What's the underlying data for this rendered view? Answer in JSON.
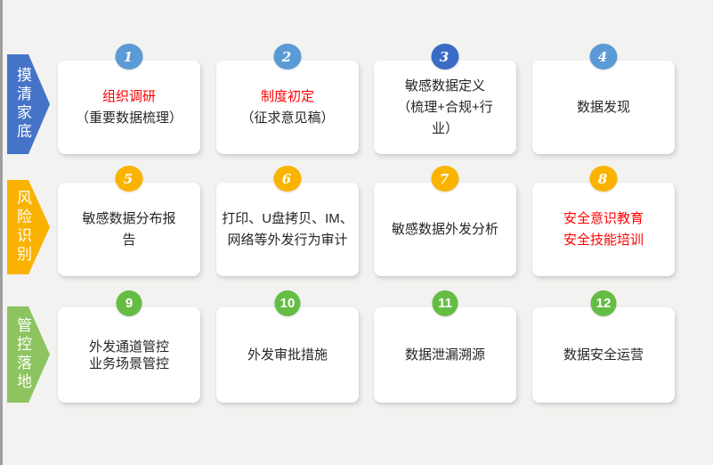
{
  "diagram": {
    "background": "#f2f3f0",
    "left_border_color": "#9e9e9e",
    "card_color": "#ffffff",
    "text_color": "#262626",
    "red_color": "#ff0000",
    "rows": [
      {
        "label": "摸清家底",
        "arrow_color": "#4573c8",
        "badge_color": "#5b9bd5",
        "badge_style": "italic",
        "cards": [
          {
            "number": "1",
            "lines": [
              {
                "text": "组织调研",
                "red": true
              },
              {
                "text": "（重要数据梳理）",
                "red": false
              }
            ]
          },
          {
            "number": "2",
            "lines": [
              {
                "text": "制度初定",
                "red": true
              },
              {
                "text": "（征求意见稿）",
                "red": false
              }
            ]
          },
          {
            "number": "3",
            "badge_color": "#3a6cc6",
            "lines": [
              {
                "text": "敏感数据定义",
                "red": false
              },
              {
                "text": "（梳理+合规+行",
                "red": false
              },
              {
                "text": "业）",
                "red": false
              }
            ]
          },
          {
            "number": "4",
            "lines": [
              {
                "text": "数据发现",
                "red": false
              }
            ]
          }
        ]
      },
      {
        "label": "风险识别",
        "arrow_color": "#f9b200",
        "badge_color": "#fab400",
        "badge_style": "italic",
        "cards": [
          {
            "number": "5",
            "lines": [
              {
                "text": "敏感数据分布报",
                "red": false
              },
              {
                "text": "告",
                "red": false
              }
            ]
          },
          {
            "number": "6",
            "lines": [
              {
                "text": "打印、U盘拷贝、IM、",
                "red": false
              },
              {
                "text": "网络等外发行为审计",
                "red": false
              }
            ]
          },
          {
            "number": "7",
            "lines": [
              {
                "text": "敏感数据外发分析",
                "red": false
              }
            ]
          },
          {
            "number": "8",
            "lines": [
              {
                "text": "安全意识教育",
                "red": true
              },
              {
                "text": "安全技能培训",
                "red": true
              }
            ]
          }
        ]
      },
      {
        "label": "管控落地",
        "arrow_color": "#8dc45f",
        "badge_color": "#65bd44",
        "badge_style": "upright",
        "cards": [
          {
            "number": "9",
            "tight": true,
            "lines": [
              {
                "text": "外发通道管控",
                "red": false
              },
              {
                "text": "业务场景管控",
                "red": false
              }
            ]
          },
          {
            "number": "10",
            "lines": [
              {
                "text": "外发审批措施",
                "red": false
              }
            ]
          },
          {
            "number": "11",
            "lines": [
              {
                "text": "数据泄漏溯源",
                "red": false
              }
            ]
          },
          {
            "number": "12",
            "lines": [
              {
                "text": "数据安全运营",
                "red": false
              }
            ]
          }
        ]
      }
    ]
  }
}
